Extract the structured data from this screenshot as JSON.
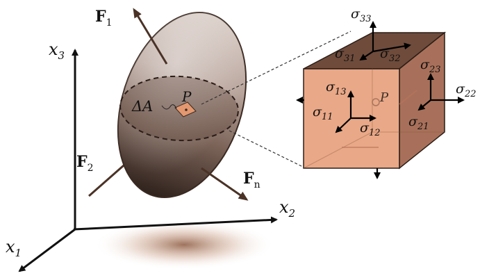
{
  "labels": {
    "x1": {
      "base": "x",
      "sub": "1"
    },
    "x2": {
      "base": "x",
      "sub": "2"
    },
    "x3": {
      "base": "x",
      "sub": "3"
    },
    "F1": {
      "base": "F",
      "sub": "1"
    },
    "F2": {
      "base": "F",
      "sub": "2"
    },
    "Fn": {
      "base": "F",
      "sub": "n"
    },
    "deltaA": "ΔA",
    "P_body": "P",
    "P_cube": "P",
    "sigma": {
      "s33": {
        "base": "σ",
        "sub": "33"
      },
      "s31": {
        "base": "σ",
        "sub": "31"
      },
      "s32": {
        "base": "σ",
        "sub": "32"
      },
      "s23": {
        "base": "σ",
        "sub": "23"
      },
      "s22": {
        "base": "σ",
        "sub": "22"
      },
      "s21": {
        "base": "σ",
        "sub": "21"
      },
      "s13": {
        "base": "σ",
        "sub": "13"
      },
      "s11": {
        "base": "σ",
        "sub": "11"
      },
      "s12": {
        "base": "σ",
        "sub": "12"
      }
    }
  },
  "colors": {
    "cube_front": "#e9a887",
    "cube_top": "#6e4b3b",
    "cube_side": "#a8705a",
    "body_light": "#d9cdc6",
    "body_dark": "#3a2a22",
    "arrow_force": "#4a3226",
    "shadow": "#8c5a40",
    "axis": "#111111"
  }
}
